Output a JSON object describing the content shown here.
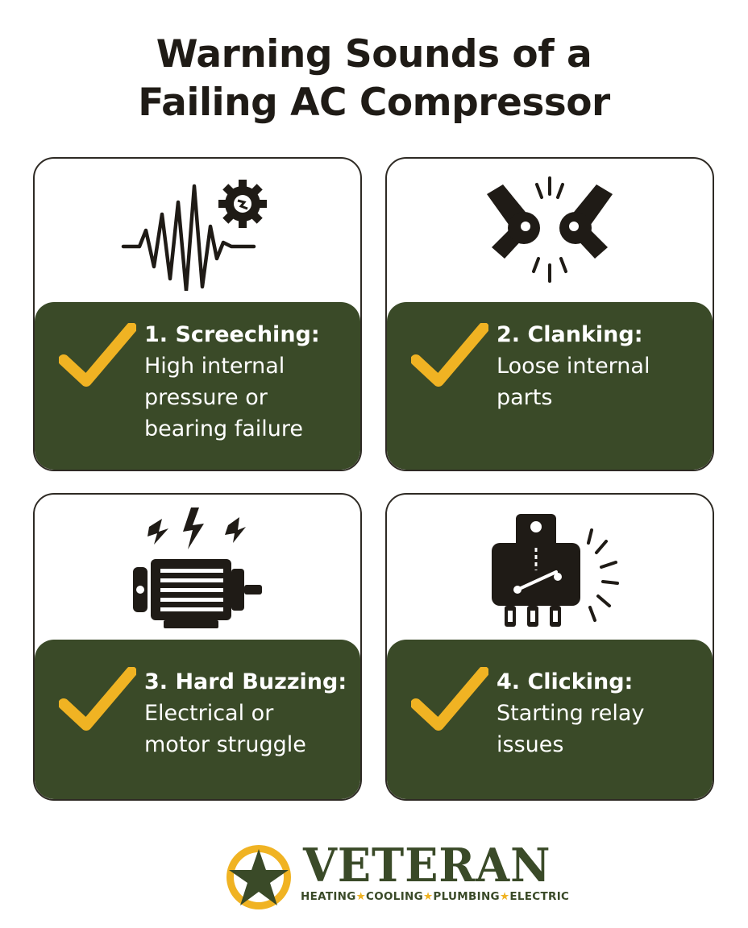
{
  "title": {
    "line1": "Warning Sounds of a",
    "line2": "Failing AC Compressor"
  },
  "cards": [
    {
      "title": "1. Screeching:",
      "desc": "High internal\npressure or\nbearing failure",
      "icon": "sound-wave-gear-icon"
    },
    {
      "title": "2. Clanking:",
      "desc": "Loose internal\nparts",
      "icon": "colliding-parts-icon"
    },
    {
      "title": "3. Hard Buzzing:",
      "desc": "Electrical or\nmotor struggle",
      "icon": "electric-motor-icon"
    },
    {
      "title": "4. Clicking:",
      "desc": "Starting relay\nissues",
      "icon": "relay-switch-icon"
    }
  ],
  "brand": {
    "name": "VETERAN",
    "tag_parts": [
      "HEATING",
      "COOLING",
      "PLUMBING",
      "ELECTRIC"
    ],
    "logo_icon": "star-badge-icon"
  },
  "colors": {
    "panel": "#3a4a28",
    "check": "#f0b323",
    "text_dark": "#1f1b16",
    "border": "#2e2a24"
  }
}
